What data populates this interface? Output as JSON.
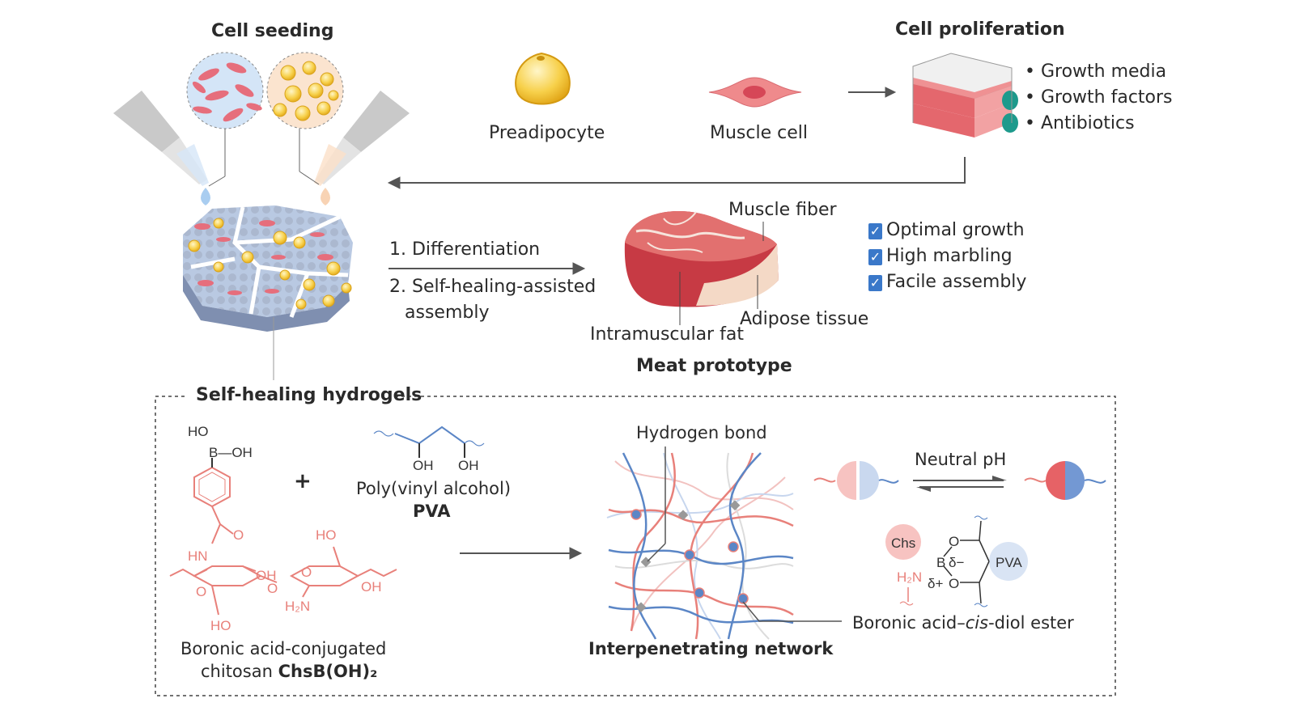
{
  "top": {
    "cell_seeding": "Cell seeding",
    "preadipocyte": "Preadipocyte",
    "muscle_cell": "Muscle cell",
    "cell_proliferation": "Cell proliferation",
    "bullets": [
      "• Growth media",
      "• Growth factors",
      "• Antibiotics"
    ]
  },
  "middle": {
    "step1": "1. Differentiation",
    "step2_line1": "2. Self-healing-assisted",
    "step2_line2": "assembly",
    "muscle_fiber": "Muscle fiber",
    "intramuscular_fat": "Intramuscular fat",
    "adipose_tissue": "Adipose tissue",
    "meat_prototype": "Meat prototype",
    "checklist": [
      "Optimal growth",
      "High marbling",
      "Facile assembly"
    ]
  },
  "bottom": {
    "box_title": "Self-healing hydrogels",
    "ho": "HO",
    "b_oh": "B—OH",
    "o_carbonyl": "O",
    "hn": "HN",
    "oh1": "OH",
    "o_ring1": "O",
    "o_link": "O",
    "o_ring2": "O",
    "ho2": "HO",
    "oh2": "OH",
    "h2n": "H₂N",
    "ho3": "HO",
    "plus": "+",
    "pva_oh1": "OH",
    "pva_oh2": "OH",
    "pva_name": "Poly(vinyl alcohol)",
    "pva_abbr": "PVA",
    "chs_line1": "Boronic acid-conjugated",
    "chs_line2_a": "chitosan ",
    "chs_line2_b": "ChsB(OH)₂",
    "hydrogen_bond": "Hydrogen bond",
    "interpenetrating": "Interpenetrating network",
    "neutral_ph": "Neutral pH",
    "chs_label": "Chs",
    "pva_label": "PVA",
    "ester_b": "B",
    "ester_o1": "O",
    "ester_o2": "O",
    "delta_minus": "δ−",
    "delta_plus": "δ+",
    "ester_h2n": "H₂N",
    "ester_a": "Boronic acid–",
    "ester_b_it": "cis",
    "ester_c": "-diol ester"
  },
  "colors": {
    "red": "#e8807a",
    "blue": "#5b86c6",
    "meat": "#c9394a",
    "fat_yellow": "#f5c842",
    "arrow": "#555555"
  }
}
